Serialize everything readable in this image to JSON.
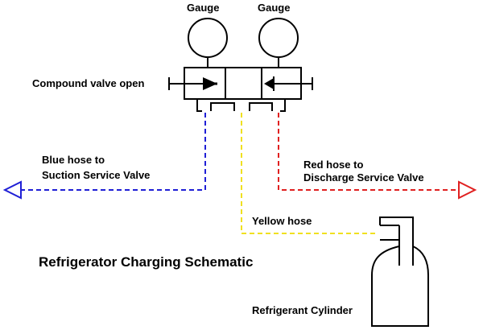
{
  "labels": {
    "gauge_left": "Gauge",
    "gauge_right": "Gauge",
    "compound_valve": "Compound valve open",
    "blue_hose_line1": "Blue hose to",
    "blue_hose_line2": "Suction Service Valve",
    "red_hose_line1": "Red hose to",
    "red_hose_line2": "Discharge Service Valve",
    "yellow_hose": "Yellow hose",
    "cylinder": "Refrigerant Cylinder",
    "title": "Refrigerator Charging Schematic"
  },
  "colors": {
    "blue_hose": "#1f1fd6",
    "red_hose": "#e02020",
    "yellow_hose": "#f0e020",
    "outline": "#000000"
  }
}
